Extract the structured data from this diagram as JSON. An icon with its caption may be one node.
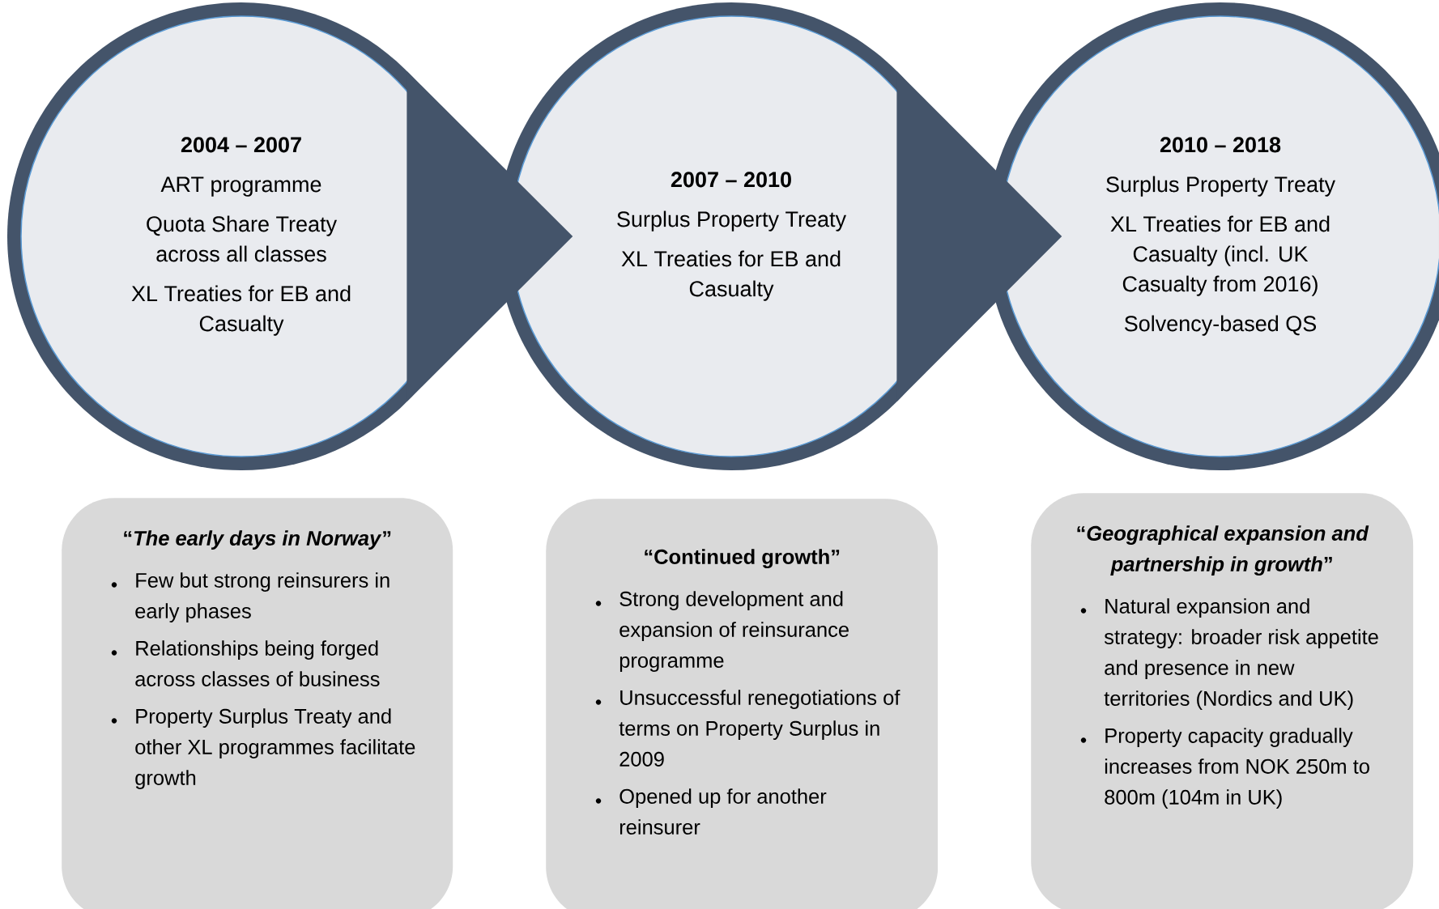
{
  "diagram": {
    "nodes": [
      {
        "text": [
          "2004 – 2007",
          "ART programme",
          "Quota Share Treaty across all classes",
          "XL Treaties for EB and Casualty"
        ]
      },
      {
        "text": [
          "2007 – 2010",
          "Surplus Property Treaty",
          "XL Treaties for EB and Casualty"
        ]
      },
      {
        "text": [
          "2010 – 2018",
          "Surplus Property Treaty",
          "XL Treaties for EB and Casualty (incl. UK Casualty from 2016)",
          "Solvency-based QS"
        ]
      },
      {
        "text": [
          "“*The early days in Norway*”",
          "Few but strong reinsurers in early phases",
          "Relationships being forged across classes of business",
          "Property Surplus Treaty and other XL programmes facilitate growth"
        ]
      },
      {
        "text": [
          "“Continued growth”",
          "Strong development and expansion of reinsurance programme",
          "Unsuccessful renegotiations of terms on Property Surplus in 2009",
          "Opened up for another reinsurer"
        ]
      },
      {
        "text": [
          "“*Geographical expansion and partnership in growth*”",
          "Natural expansion and strategy: broader risk appetite and presence in new territories (Nordics and UK)",
          "Property capacity gradually increases from NOK 250m to 800m (104m in UK)"
        ]
      }
    ],
    "edges": [
      {
        "from": 0,
        "to": 1,
        "arrow": "to"
      },
      {
        "from": 1,
        "to": 2,
        "arrow": "to"
      }
    ]
  }
}
